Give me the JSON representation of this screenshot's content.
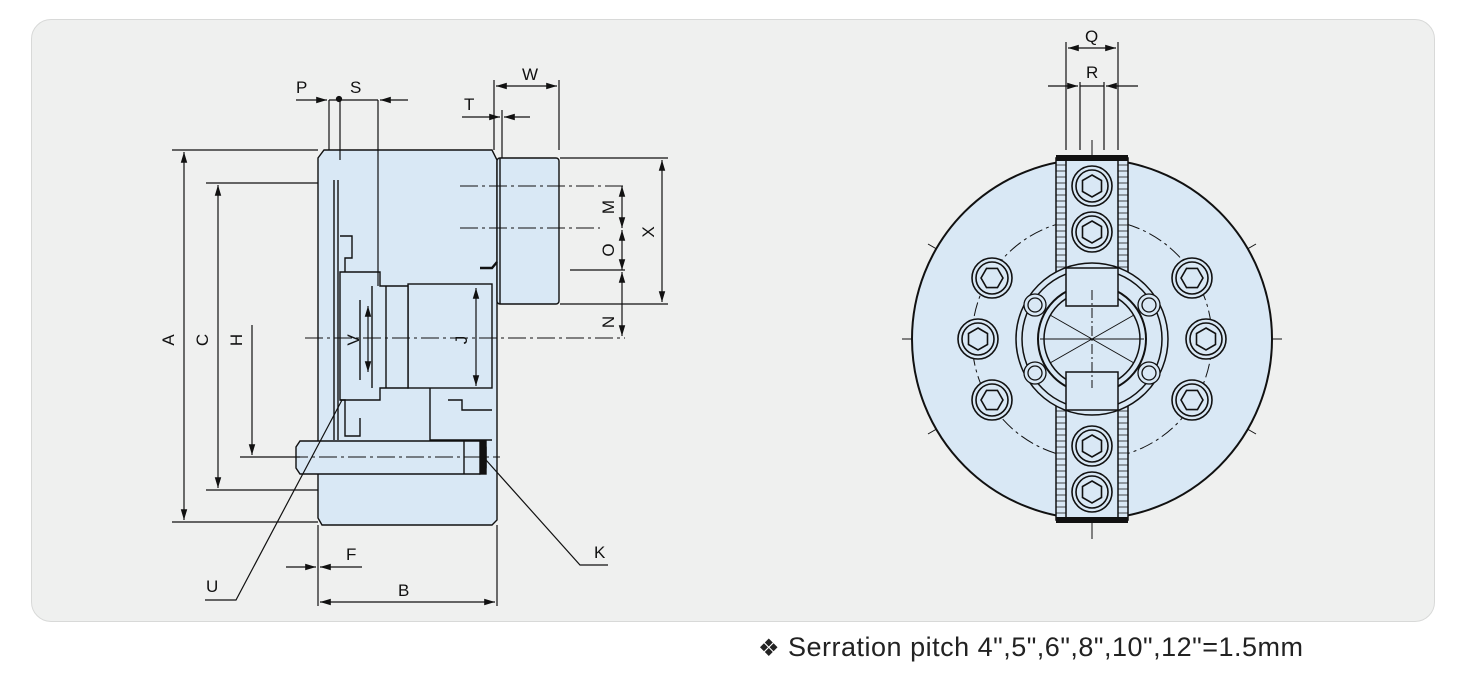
{
  "colors": {
    "panel": "#eff0ef",
    "part_fill": "#d9e8f5",
    "line": "#111111",
    "accent_dark": "#111111"
  },
  "dimensions": {
    "A": "A",
    "C": "C",
    "H": "H",
    "V": "V",
    "J": "J",
    "P": "P",
    "S": "S",
    "T": "T",
    "W": "W",
    "M": "M",
    "O": "O",
    "N": "N",
    "X": "X",
    "F": "F",
    "B": "B",
    "U": "U",
    "K": "K",
    "Q": "Q",
    "R": "R"
  },
  "footnote": {
    "symbol": "❖",
    "text": "Serration pitch 4\",5\",6\",8\",10\",12\"=1.5mm"
  }
}
